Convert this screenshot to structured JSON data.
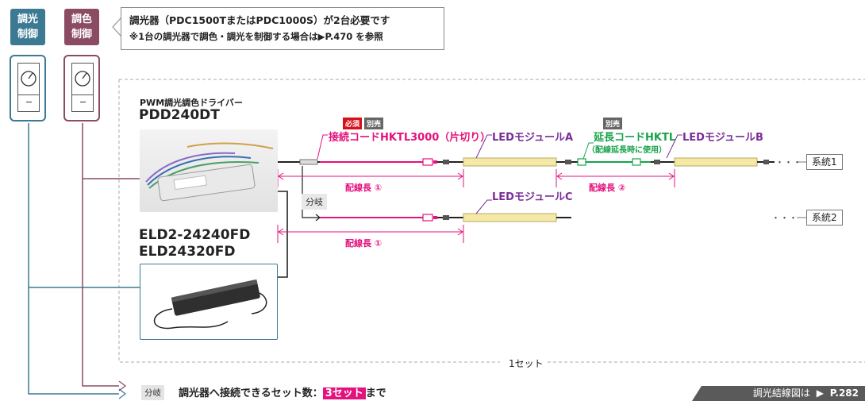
{
  "controls": {
    "dimming_tag": [
      "調光",
      "制御"
    ],
    "toning_tag": [
      "調色",
      "制御"
    ],
    "dimming_color": "#3c7a93",
    "toning_color": "#8b4b63"
  },
  "callout": {
    "line1": "調光器（PDC1500TまたはPDC1000S）が2台必要です",
    "line2": "※1台の調光器で調色・調光を制御する場合は▶P.470 を参照"
  },
  "drivers": {
    "pwm_caption": "PWM調光調色ドライバー",
    "pwm_model": "PDD240DT",
    "eld_model_1": "ELD2-24240FD",
    "eld_model_2": "ELD24320FD"
  },
  "branch_label": "分岐",
  "badges": {
    "required": "必須",
    "sold_separately": "別売",
    "sold_separately_2": "別売"
  },
  "components": {
    "connect_cord": "接続コードHKTL3000（片切り）",
    "module_a": "LEDモジュールA",
    "extension_cord": "延長コードHKTL",
    "extension_note": "（配線延長時に使用）",
    "module_b": "LEDモジュールB",
    "module_c": "LEDモジュールC"
  },
  "wiring": {
    "length_1": "配線長 ①",
    "length_2": "配線長 ②",
    "length_3": "配線長 ①"
  },
  "systems": {
    "system1": "系統1",
    "system2": "系統2",
    "dots": "・・・"
  },
  "set_label": "1セット",
  "footer": {
    "branch": "分岐",
    "text": "調光器へ接続できるセット数：",
    "highlight": "3セット",
    "suffix": "まで",
    "ref_text": "調光結線図は",
    "ref_arrow": "▶",
    "ref_page": "P.282"
  },
  "colors": {
    "pink": "#e4127d",
    "purple": "#7a2d97",
    "green": "#17a34a",
    "module": "#f5e9a8"
  }
}
